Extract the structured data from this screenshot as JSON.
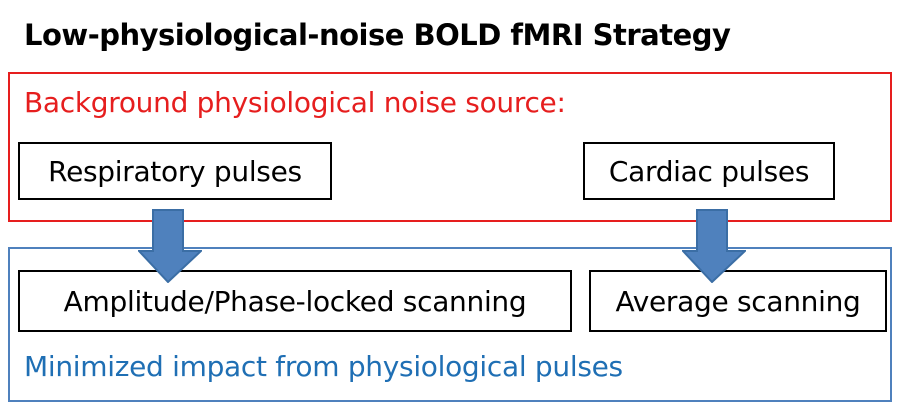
{
  "title": "Low-physiological-noise BOLD fMRI Strategy",
  "source_panel": {
    "heading": "Background physiological noise source:",
    "border_color": "#e61e1e",
    "items": [
      {
        "label": "Respiratory pulses"
      },
      {
        "label": "Cardiac pulses"
      }
    ]
  },
  "result_panel": {
    "heading": "Minimized impact from physiological pulses",
    "border_color": "#4f81bd",
    "items": [
      {
        "label": "Amplitude/Phase-locked scanning"
      },
      {
        "label": "Average scanning"
      }
    ]
  },
  "arrow_color": "#4f81bd",
  "arrow_icon": "arrow-down-icon"
}
